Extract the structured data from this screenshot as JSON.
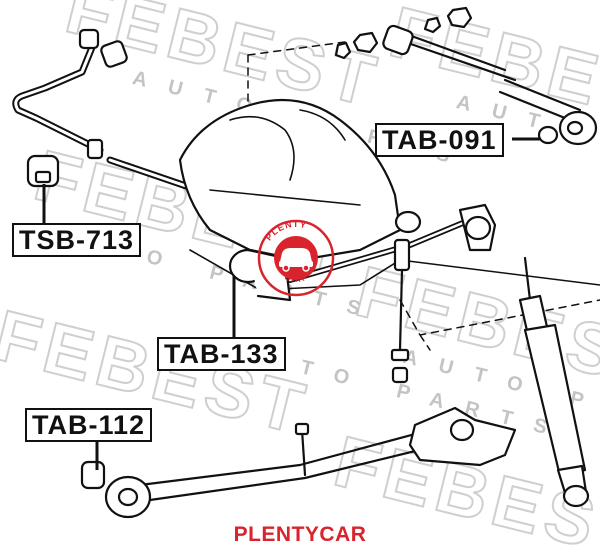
{
  "callouts": [
    {
      "id": "TSB-713",
      "label": "TSB-713"
    },
    {
      "id": "TAB-133",
      "label": "TAB-133"
    },
    {
      "id": "TAB-112",
      "label": "TAB-112"
    },
    {
      "id": "TAB-091",
      "label": "TAB-091"
    }
  ],
  "watermark": {
    "brand_text": "FEBEST",
    "sub_text": "AUTO PARTS",
    "color": "#c9c9c9"
  },
  "logo_stamp": {
    "top_text": "PLENTY",
    "bottom_text": "CAR",
    "color": "#d9232d"
  },
  "footer": {
    "brand": "PLENTYCAR",
    "color": "#d9232d"
  }
}
